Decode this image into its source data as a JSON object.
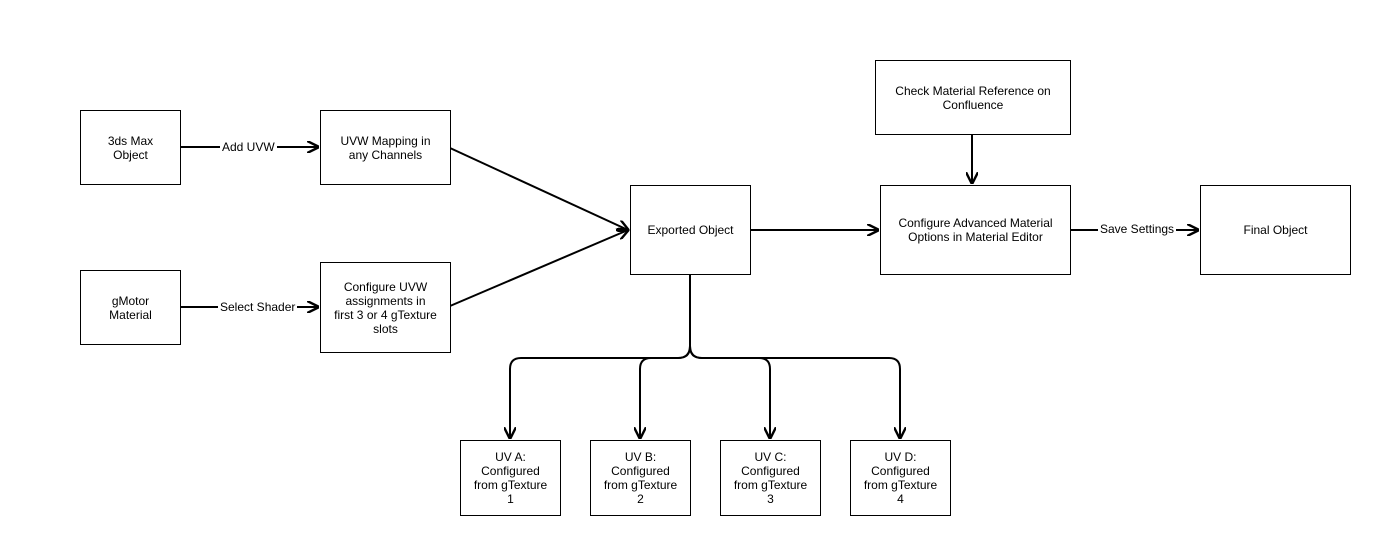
{
  "nodes": {
    "max_object": "3ds Max\nObject",
    "uvw_mapping": "UVW Mapping in\nany Channels",
    "gmotor_material": "gMotor\nMaterial",
    "configure_uvw": "Configure  UVW\nassignments in\nfirst 3 or 4 gTexture\nslots",
    "exported_object": "Exported Object",
    "check_reference": "Check Material Reference on\nConfluence",
    "configure_advanced": "Configure Advanced Material\nOptions in Material Editor",
    "final_object": "Final Object",
    "uv_a": "UV A:\nConfigured\nfrom gTexture\n1",
    "uv_b": "UV B:\nConfigured\nfrom gTexture\n2",
    "uv_c": "UV C:\nConfigured\nfrom gTexture\n3",
    "uv_d": "UV D:\nConfigured\nfrom gTexture\n4"
  },
  "edges": {
    "add_uvw": "Add UVW",
    "select_shader": "Select Shader",
    "save_settings": "Save Settings"
  }
}
